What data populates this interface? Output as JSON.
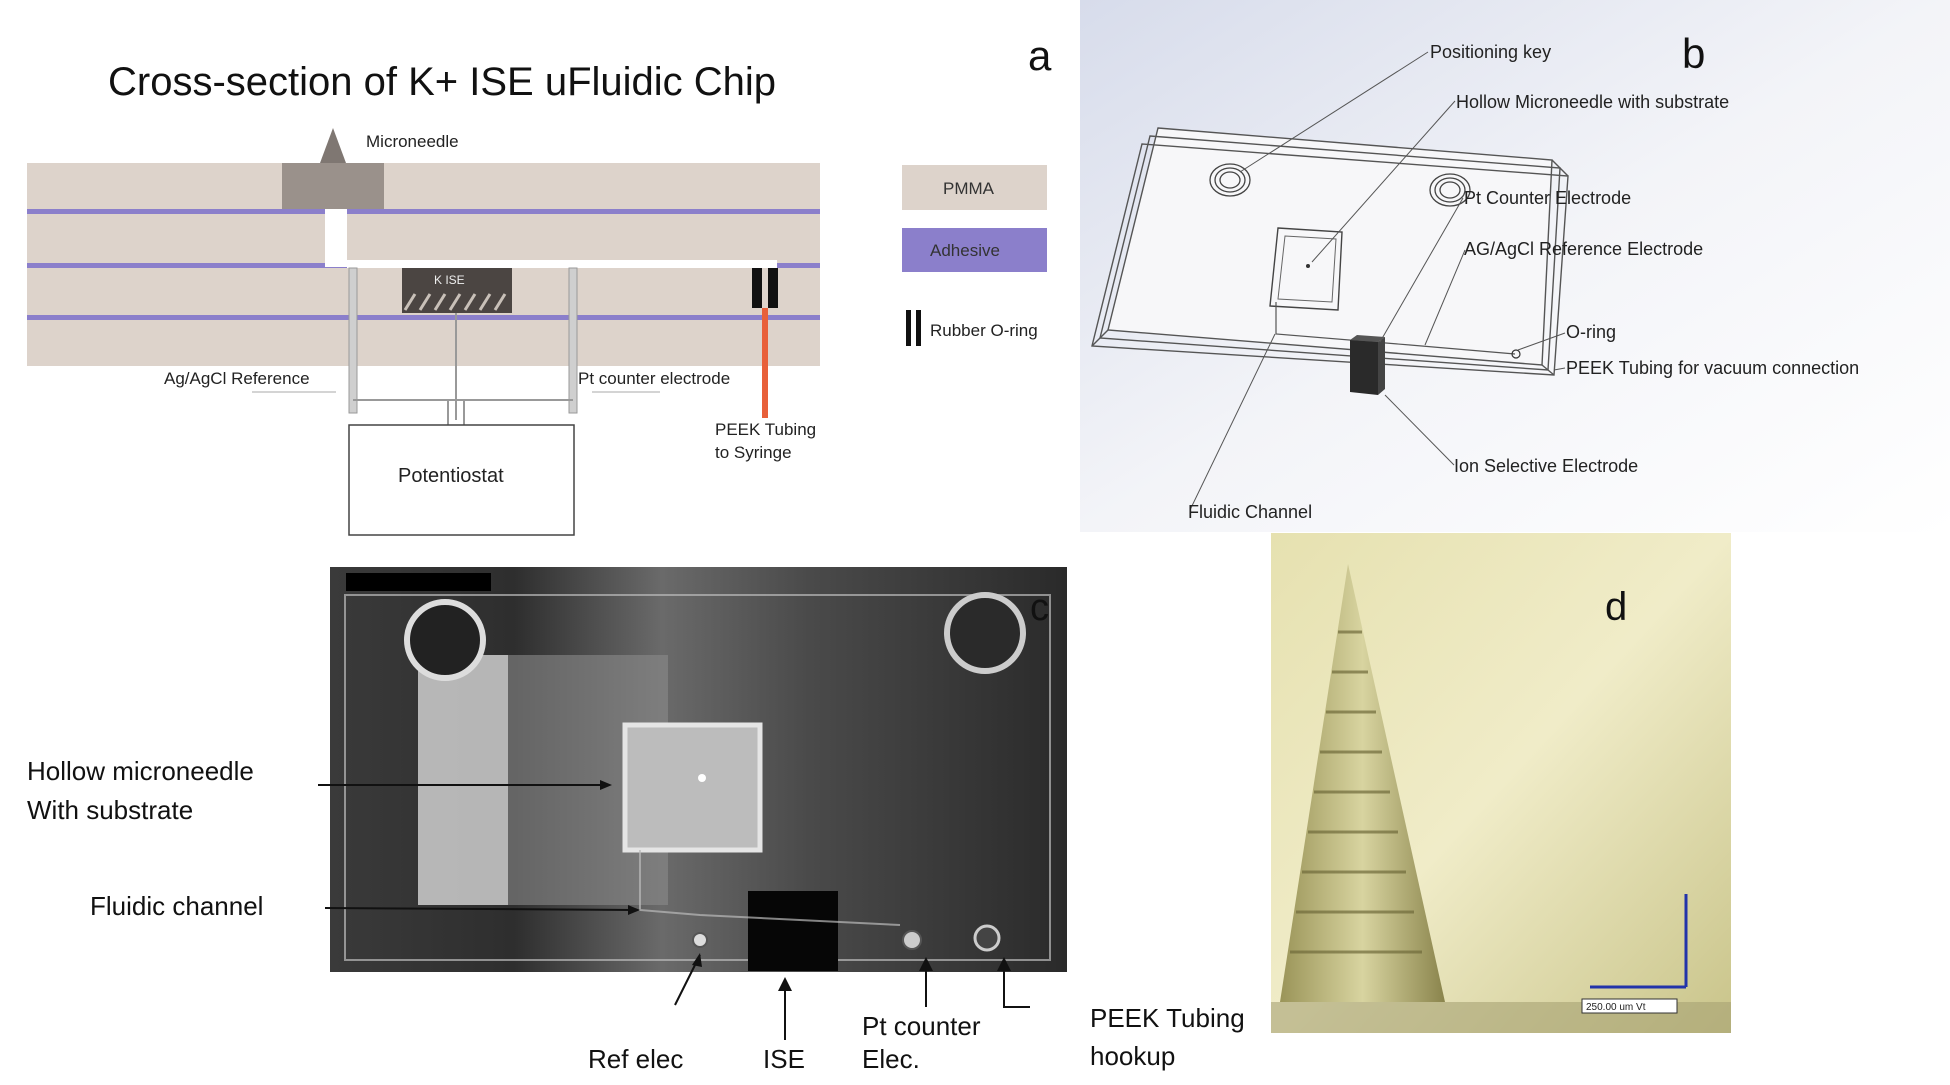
{
  "panel_a": {
    "letter": "a",
    "title": "Cross-section of K+ ISE uFluidic Chip",
    "microneedle": "Microneedle",
    "ise": "K ISE",
    "ag_ref": "Ag/AgCl Reference",
    "pt_counter": "Pt counter electrode",
    "peek_line1": "PEEK Tubing",
    "peek_line2": "to Syringe",
    "potentiostat": "Potentiostat",
    "legend": {
      "pmma": "PMMA",
      "adhesive": "Adhesive",
      "oring": "Rubber O-ring"
    },
    "colors": {
      "pmma": "#ddd3cb",
      "adhesive": "#8b7fcb",
      "peek": "#e8603a"
    }
  },
  "panel_b": {
    "letter": "b",
    "labels": {
      "positioning_key": "Positioning key",
      "hollow": "Hollow Microneedle with substrate",
      "pt_counter": "Pt Counter Electrode",
      "ref": "AG/AgCl Reference Electrode",
      "oring": "O-ring",
      "peek": "PEEK Tubing for vacuum connection",
      "ise": "Ion Selective Electrode",
      "fluidic": "Fluidic Channel"
    }
  },
  "panel_c": {
    "letter": "c",
    "labels": {
      "hollow_line1": "Hollow microneedle",
      "hollow_line2": "With substrate",
      "fluidic": "Fluidic channel",
      "ref": "Ref elec",
      "ise": "ISE",
      "pt_line1": "Pt counter",
      "pt_line2": "Elec.",
      "peek_line1": "PEEK Tubing",
      "peek_line2": "hookup"
    }
  },
  "panel_d": {
    "letter": "d",
    "scale_label": "250.00 um Vt"
  }
}
